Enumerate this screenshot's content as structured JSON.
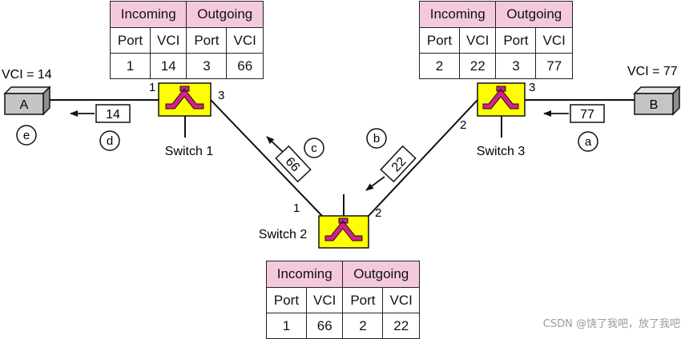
{
  "tables": [
    {
      "headers": [
        "Incoming",
        "Outgoing"
      ],
      "subheaders": [
        "Port",
        "VCI",
        "Port",
        "VCI"
      ],
      "values": [
        "1",
        "14",
        "3",
        "66"
      ]
    },
    {
      "headers": [
        "Incoming",
        "Outgoing"
      ],
      "subheaders": [
        "Port",
        "VCI",
        "Port",
        "VCI"
      ],
      "values": [
        "2",
        "22",
        "3",
        "77"
      ]
    },
    {
      "headers": [
        "Incoming",
        "Outgoing"
      ],
      "subheaders": [
        "Port",
        "VCI",
        "Port",
        "VCI"
      ],
      "values": [
        "1",
        "66",
        "2",
        "22"
      ]
    }
  ],
  "hosts": {
    "a": "A",
    "b": "B"
  },
  "vci_labels": {
    "a": "VCI = 14",
    "b": "VCI = 77"
  },
  "switches": {
    "s1": "Switch 1",
    "s2": "Switch 2",
    "s3": "Switch 3"
  },
  "ports": {
    "s1_left": "1",
    "s1_right": "3",
    "s3_left": "2",
    "s3_right": "3",
    "s2_left": "1",
    "s2_right": "2"
  },
  "cells": {
    "c77": "77",
    "c22": "22",
    "c66": "66",
    "c14": "14"
  },
  "steps": {
    "a": "a",
    "b": "b",
    "c": "c",
    "d": "d",
    "e": "e"
  },
  "watermark": "CSDN @饶了我吧，放了我吧",
  "colors": {
    "switch_fill": "#ffff00",
    "switch_symbol": "#d6208b",
    "table_header": "#f4c9de",
    "host_fill": "#c4c4c4"
  }
}
